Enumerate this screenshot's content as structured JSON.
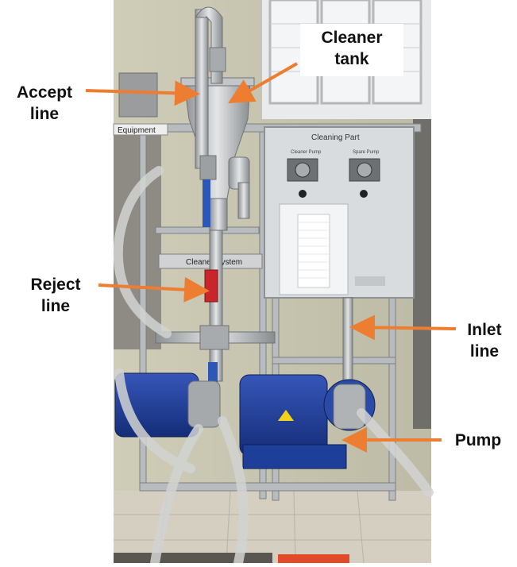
{
  "photo": {
    "equipment_plate": "Equipment",
    "panel_title": "Cleaning Part",
    "cleaner_pump_label": "Cleaner Pump",
    "spare_pump_label": "Spare Pump",
    "cleaner_system_plate": "Cleaner System"
  },
  "annotations": {
    "accept_line": [
      "Accept",
      "line"
    ],
    "cleaner_tank": [
      "Cleaner",
      "tank"
    ],
    "reject_line": [
      "Reject",
      "line"
    ],
    "inlet_line": [
      "Inlet",
      "line"
    ],
    "pump": [
      "Pump"
    ]
  },
  "colors": {
    "arrow": "#ed7d31",
    "pump_motor": "#1d3f9a",
    "steel": "#b9bcbf",
    "panel": "#d9dcde",
    "wall": "#c9c7b4",
    "floor": "#d4cfc0"
  }
}
